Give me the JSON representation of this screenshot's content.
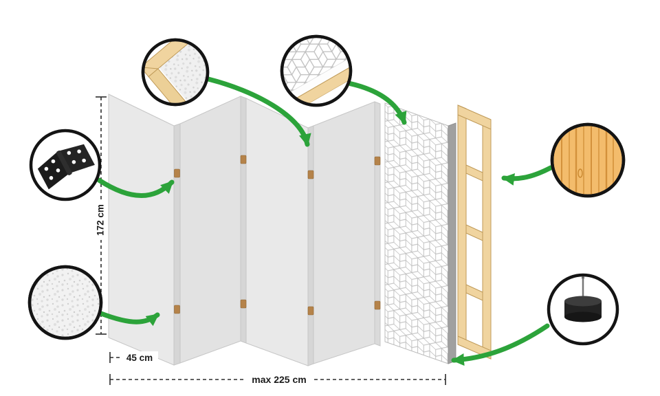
{
  "diagram": {
    "subject": "Folding screen room divider construction diagram"
  },
  "dimensions": {
    "height_label": "172 cm",
    "panel_width_label": "45 cm",
    "max_width_label": "max 225 cm"
  },
  "colors": {
    "background": "#ffffff",
    "arrow_green": "#2ca33a",
    "panel_face": "#e9e9e9",
    "panel_face_alt": "#e2e2e2",
    "panel_edge": "#d6d6d6",
    "pattern_line": "#c6c6c6",
    "pattern_side": "#a0a0a0",
    "wood_light": "#f0d49f",
    "wood_outline": "#bf9a58",
    "wood_circle_fill": "#f3bc6c",
    "wood_grain": "#d3913b",
    "hinge_black": "#1c1c1c",
    "callout_border": "#141414",
    "dimension_line": "#2b2b2b",
    "text": "#1a1a1a"
  },
  "callouts": [
    {
      "id": "corner",
      "name": "frame-corner-detail"
    },
    {
      "id": "hinge",
      "name": "metal-hinge-detail"
    },
    {
      "id": "fleece",
      "name": "fleece-texture-detail"
    },
    {
      "id": "edge",
      "name": "panel-edge-print-detail"
    },
    {
      "id": "wood",
      "name": "pine-wood-texture-detail"
    },
    {
      "id": "foot",
      "name": "protective-foot-detail"
    }
  ]
}
